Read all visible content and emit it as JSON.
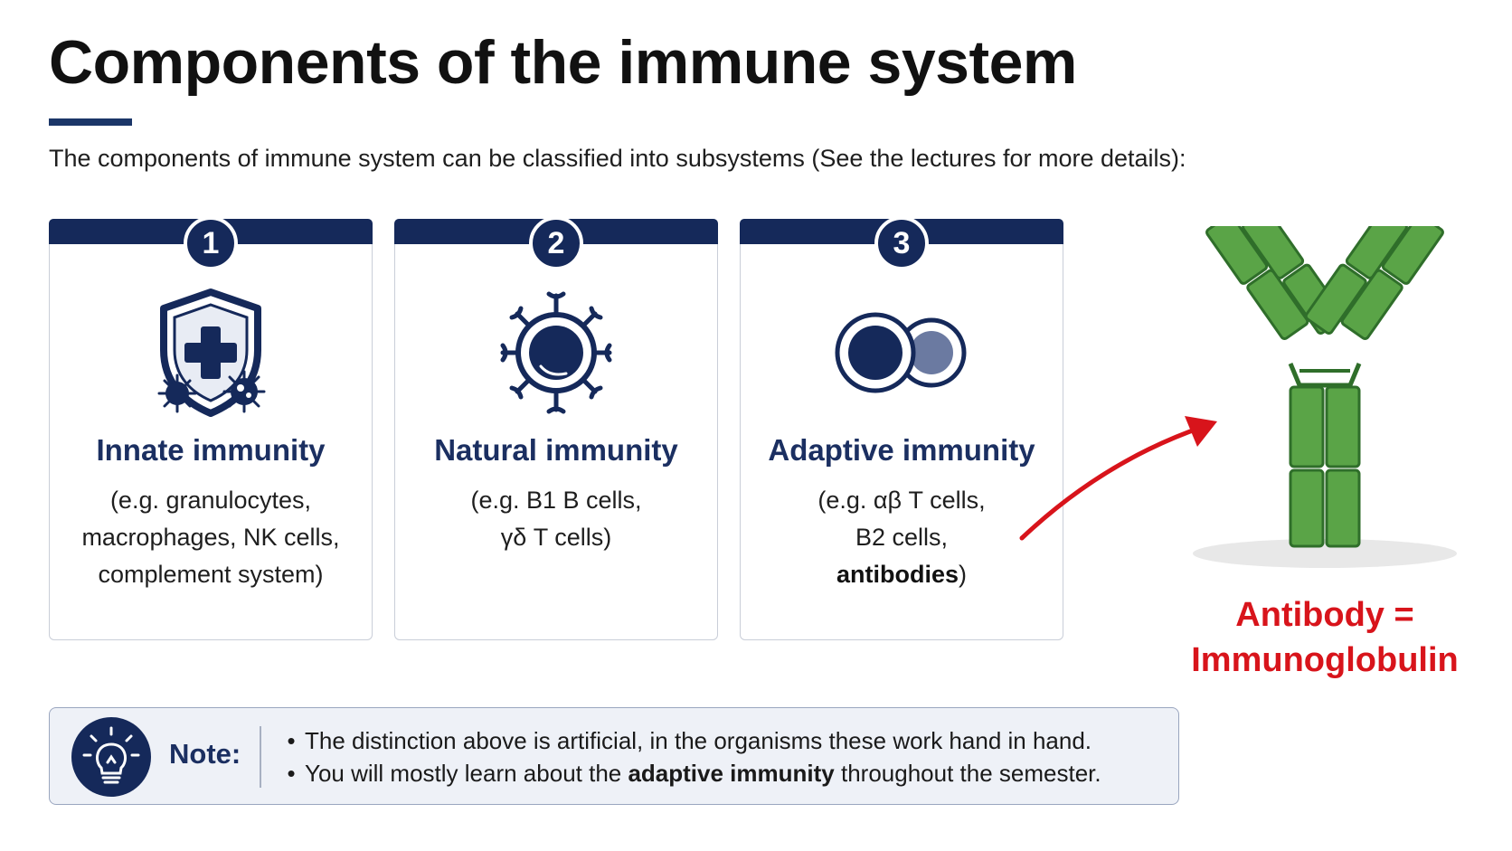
{
  "page": {
    "title": "Components of the immune system",
    "subtitle": "The components of immune system can be classified into subsystems (See the lectures for more details):"
  },
  "cards": [
    {
      "number": "1",
      "title": "Innate immunity",
      "icon": "shield-cross-icon",
      "lines": [
        "(e.g. granulocytes,",
        "macrophages, NK cells,",
        "complement system)"
      ]
    },
    {
      "number": "2",
      "title": "Natural immunity",
      "icon": "lymphocyte-icon",
      "lines": [
        "(e.g. B1 B cells,",
        "γδ T cells)"
      ]
    },
    {
      "number": "3",
      "title": "Adaptive immunity",
      "icon": "cell-pair-icon",
      "lines": [
        "(e.g. αβ T cells,",
        "B2 cells,"
      ],
      "last_bold": "antibodies",
      "last_tail": ")"
    }
  ],
  "antibody": {
    "label_line1": "Antibody =",
    "label_line2": "Immunoglobulin",
    "color": "#d8141b"
  },
  "note": {
    "label": "Note:",
    "bullet": "•",
    "item1": "The distinction above is artificial, in the organisms these work hand in hand.",
    "item2_pre": "You will mostly learn about the ",
    "item2_bold": "adaptive immunity",
    "item2_post": " throughout the semester."
  },
  "colors": {
    "navy": "#15295a",
    "accent_red": "#d8141b",
    "antibody_green": "#5aa447"
  }
}
